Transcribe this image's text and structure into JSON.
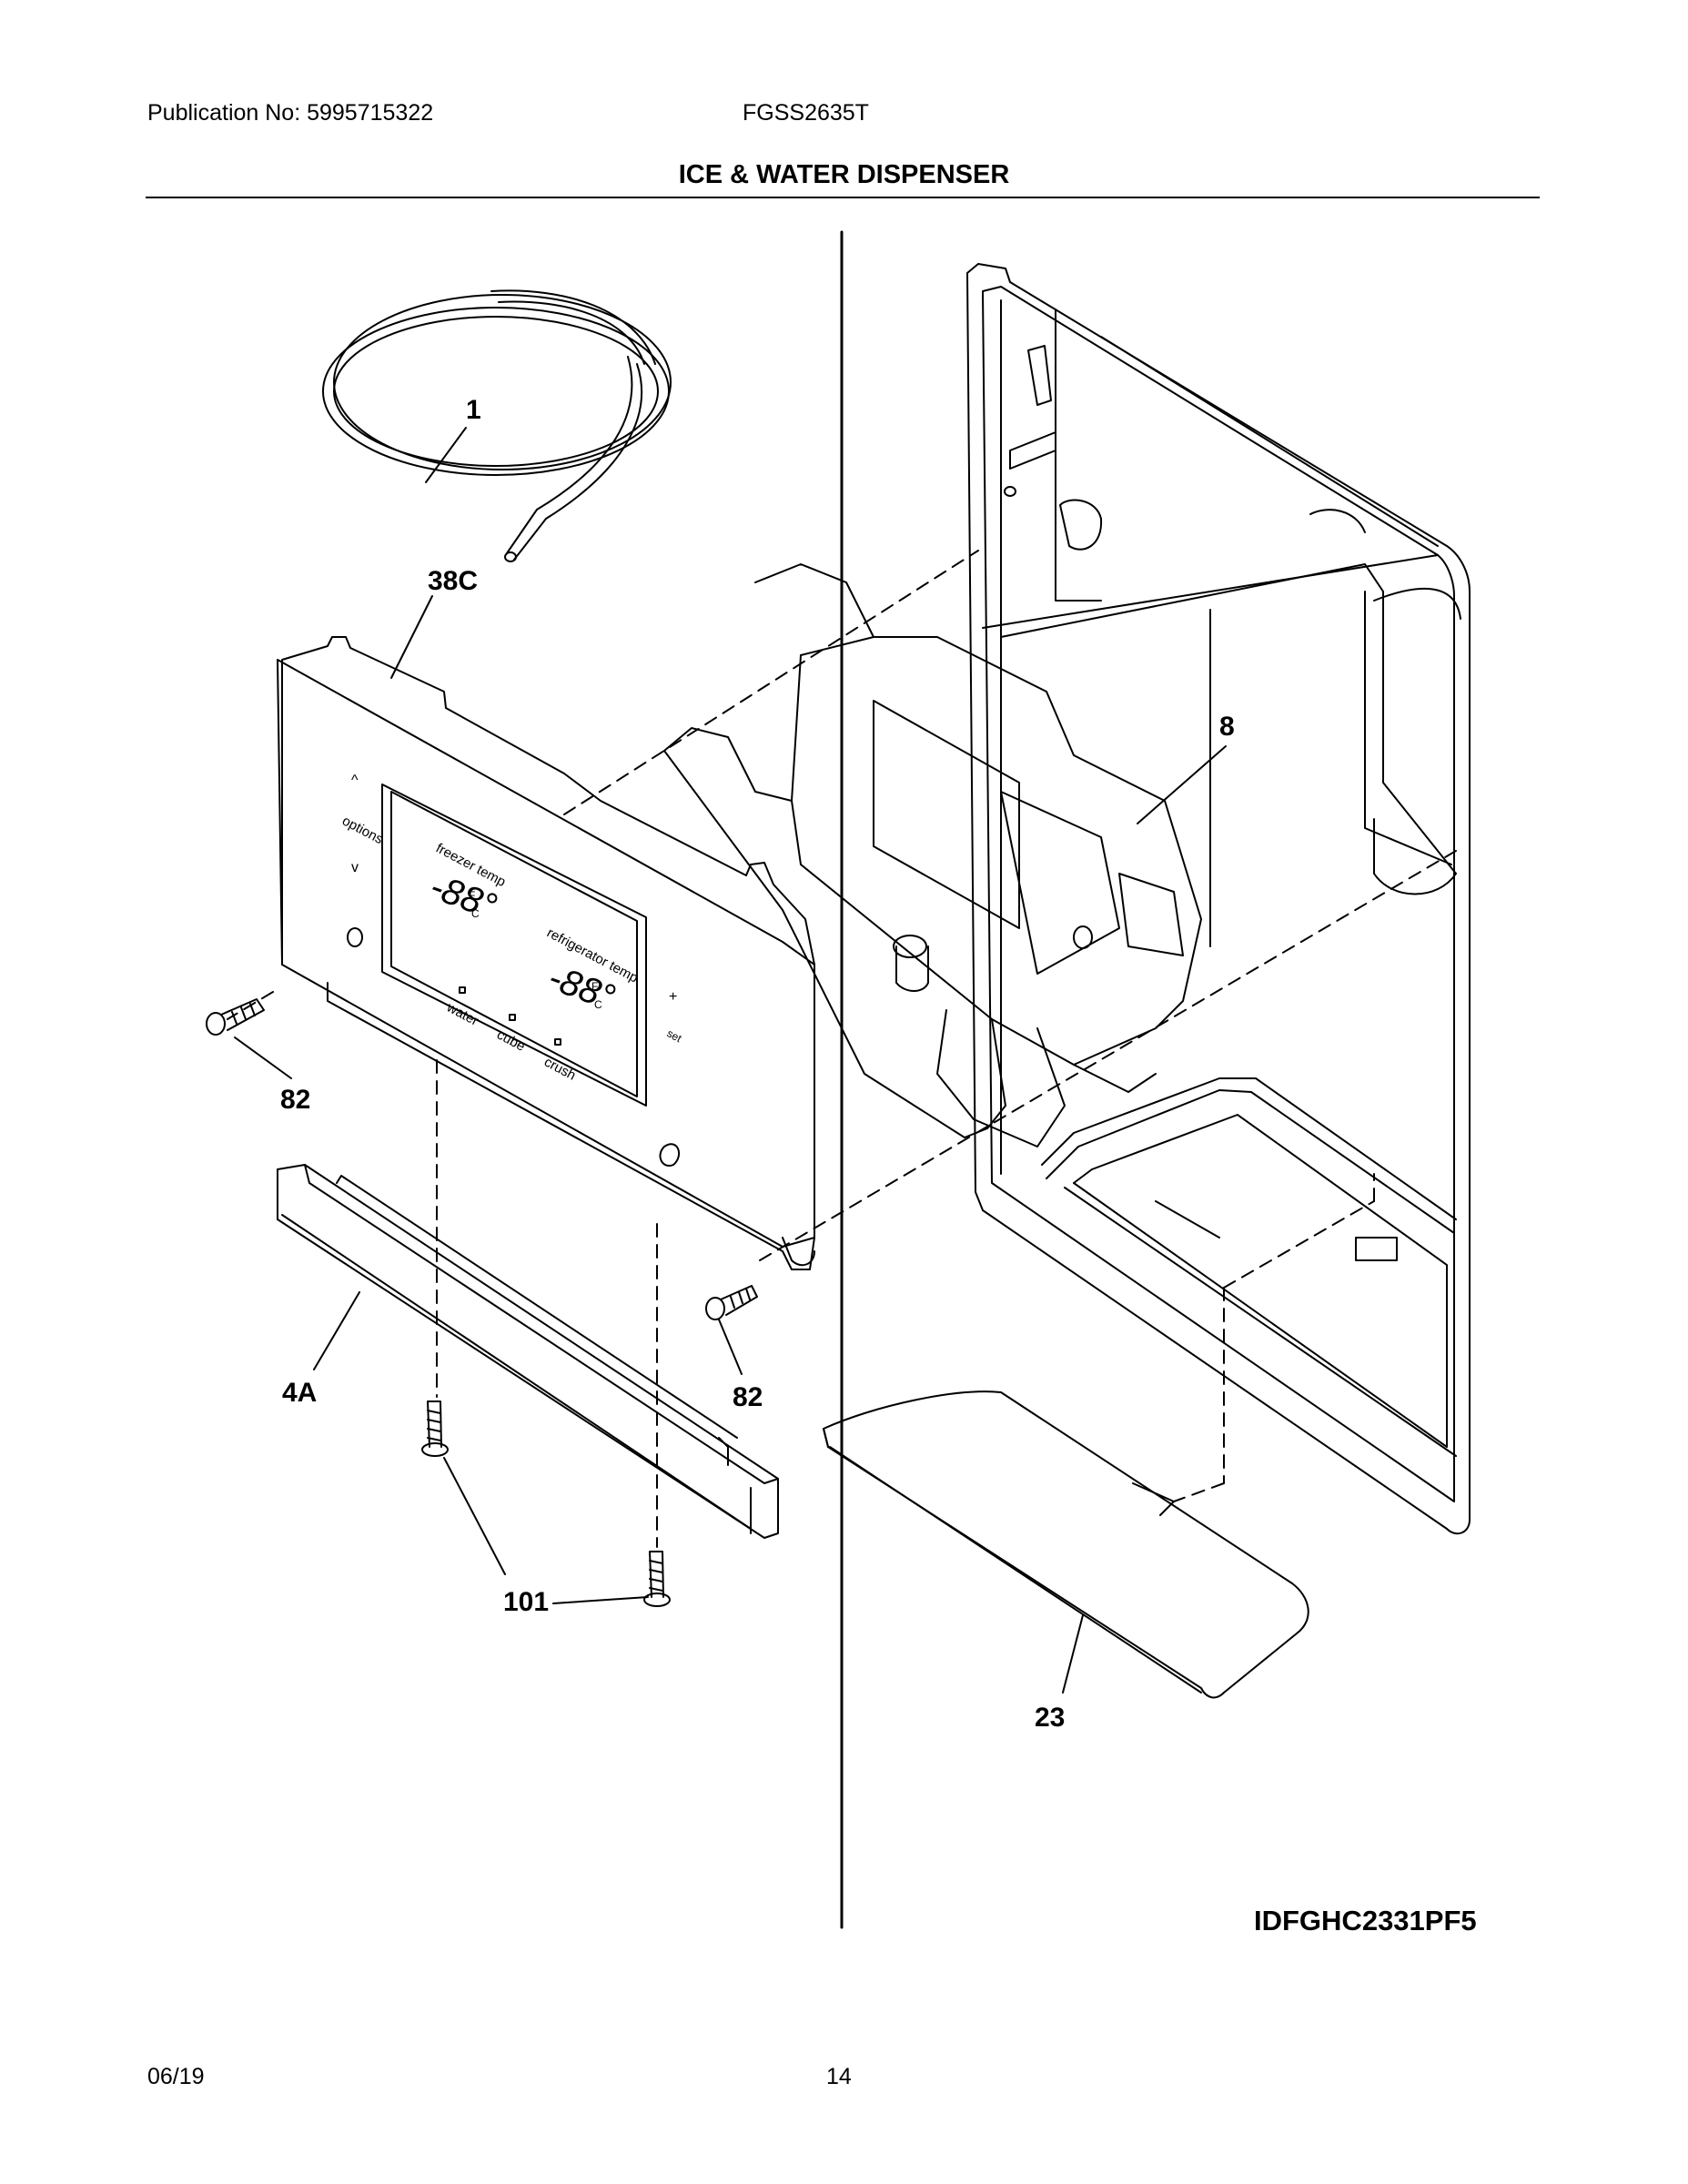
{
  "header": {
    "publication": "Publication No: 5995715322",
    "model": "FGSS2635T",
    "title": "ICE & WATER DISPENSER"
  },
  "diagram": {
    "id": "IDFGHC2331PF5",
    "callouts": [
      {
        "key": "tubing",
        "label": "1"
      },
      {
        "key": "control-panel",
        "label": "38C"
      },
      {
        "key": "actuator",
        "label": "8"
      },
      {
        "key": "screw-left",
        "label": "82"
      },
      {
        "key": "screw-right",
        "label": "82"
      },
      {
        "key": "trim",
        "label": "4A"
      },
      {
        "key": "screws-bottom",
        "label": "101"
      },
      {
        "key": "drip-tray",
        "label": "23"
      }
    ],
    "panel_text": {
      "options": "options",
      "freezer": "freezer temp",
      "freezer_display": "-88°",
      "refrigerator": "refrigerator temp",
      "refrigerator_display": "-88°",
      "water": "water",
      "cube": "cube",
      "crush": "crush",
      "set": "set",
      "f": "F",
      "c": "C",
      "f2": "F",
      "c2": "C"
    }
  },
  "footer": {
    "date": "06/19",
    "page": "14"
  }
}
